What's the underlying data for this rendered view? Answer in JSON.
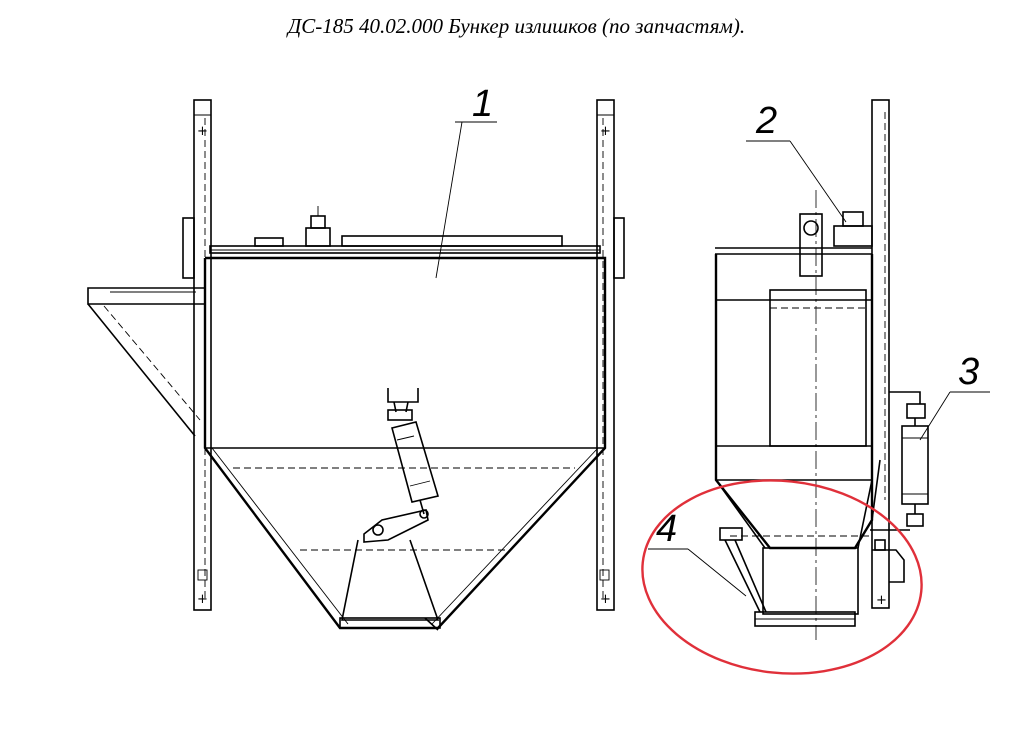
{
  "title": "ДС-185 40.02.000 Бункер излишков (по запчастям).",
  "callouts": {
    "c1": "1",
    "c2": "2",
    "c3": "3",
    "c4": "4"
  },
  "highlight_color": "#e0303a"
}
